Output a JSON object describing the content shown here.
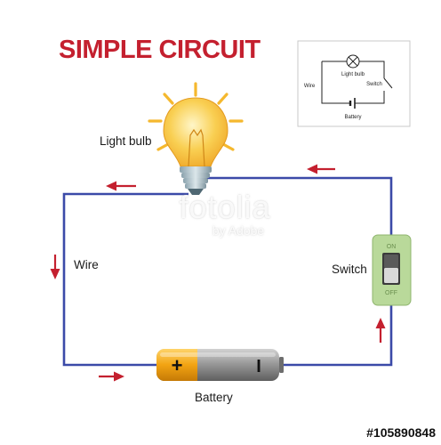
{
  "title": "SIMPLE CIRCUIT",
  "labels": {
    "light_bulb": "Light bulb",
    "wire": "Wire",
    "switch": "Switch",
    "battery": "Battery"
  },
  "switch_states": {
    "on": "ON",
    "off": "OFF"
  },
  "battery_terminals": {
    "positive": "+",
    "negative": "I"
  },
  "schematic": {
    "light_bulb": "Light bulb",
    "wire": "Wire",
    "switch": "Switch",
    "battery": "Battery"
  },
  "watermark": {
    "main": "fotolia",
    "sub": "by Adobe"
  },
  "stock_id": "#105890848",
  "colors": {
    "title": "#c4202f",
    "wire": "#3b4aa8",
    "arrow": "#c4202f",
    "bulb": "#f7c23b",
    "rays": "#f5b82e",
    "battery_positive": "#f0a416",
    "battery_body": "#8a8a8a",
    "switch_body": "#b9d99a"
  },
  "icons": [
    "light-bulb-icon",
    "battery-icon",
    "toggle-switch-icon",
    "current-arrow-icon",
    "schematic-lamp-icon"
  ]
}
